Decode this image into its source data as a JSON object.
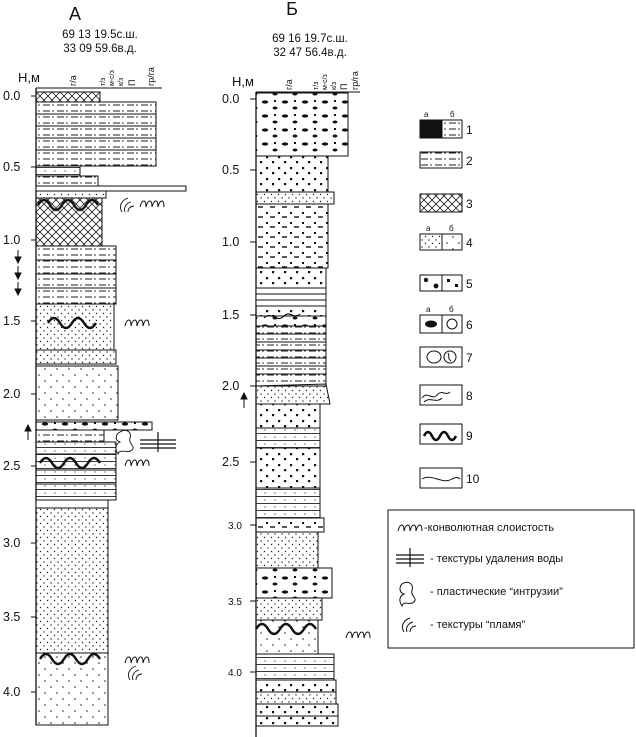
{
  "columns": [
    {
      "id": "A",
      "letter": "А",
      "lat": "69 13 19.5с.ш.",
      "lon": "33 09 59.6в.д.",
      "axis_title": "Н,м",
      "grain_labels": [
        "г/а",
        "т/з",
        "м-с/з",
        "к/з",
        "П",
        "гр/га"
      ],
      "ticks": [
        "0.0",
        "0.5",
        "1.0",
        "1.5",
        "2.0",
        "2.5",
        "3.0",
        "3.5",
        "4.0"
      ]
    },
    {
      "id": "B",
      "letter": "Б",
      "lat": "69 16 19.7с.ш.",
      "lon": "32 47 56.4в.д.",
      "axis_title": "Н,м",
      "grain_labels": [
        "г/а",
        "т/з",
        "м-с/з",
        "к/з",
        "П",
        "гр/га"
      ],
      "ticks": [
        "0.0",
        "0.5",
        "1.0",
        "1.5",
        "2.0",
        "2.5",
        "3.0",
        "3.5",
        "4.0"
      ]
    }
  ],
  "legend": {
    "items": [
      {
        "num": "1",
        "sub": [
          "а",
          "б"
        ],
        "pattern": "black-and-dash"
      },
      {
        "num": "2",
        "sub": [],
        "pattern": "dash-dot"
      },
      {
        "num": "3",
        "sub": [],
        "pattern": "crosshatch"
      },
      {
        "num": "4",
        "sub": [
          "а",
          "б"
        ],
        "pattern": "fine-dots"
      },
      {
        "num": "5",
        "sub": [],
        "pattern": "coarse-dots"
      },
      {
        "num": "6",
        "sub": [
          "а",
          "б"
        ],
        "pattern": "gravel"
      },
      {
        "num": "7",
        "sub": [],
        "pattern": "pebbles"
      },
      {
        "num": "8",
        "sub": [],
        "pattern": "flame-swirl"
      },
      {
        "num": "9",
        "sub": [],
        "pattern": "wavy-bold"
      },
      {
        "num": "10",
        "sub": [],
        "pattern": "wavy-thin"
      }
    ],
    "symbols": [
      {
        "icon": "convolute-icon",
        "label": "-конволютная слоистость"
      },
      {
        "icon": "water-escape-icon",
        "label": "- текстуры удаления воды"
      },
      {
        "icon": "intrusion-icon",
        "label": "- пластические “интрузии”"
      },
      {
        "icon": "flame-icon",
        "label": "- текстуры “пламя”"
      }
    ]
  }
}
